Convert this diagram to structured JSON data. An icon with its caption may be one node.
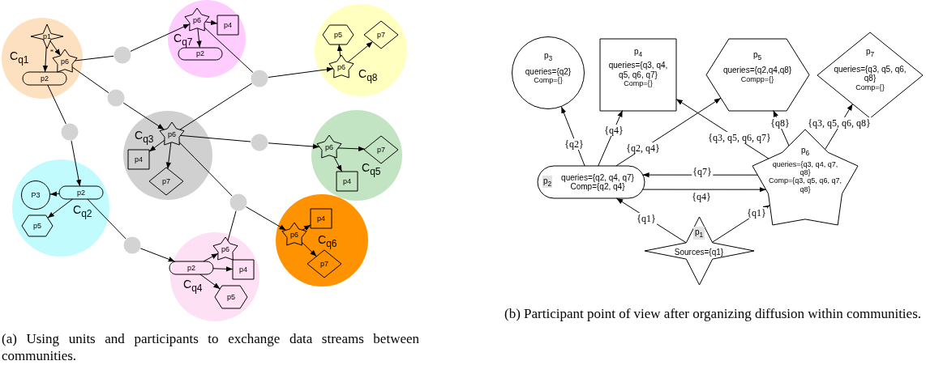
{
  "diagram": {
    "nodes": [
      {
        "text": [
          "C$_{q1}$"
        ]
      },
      {
        "text": [
          "p1"
        ],
        "in": 0
      },
      {
        "text": [
          "p6"
        ],
        "in": 0
      },
      {
        "text": [
          "p2"
        ],
        "in": 0
      },
      {
        "text": [
          "C$_{q7}$"
        ]
      },
      {
        "text": [
          "p6"
        ],
        "in": 4
      },
      {
        "text": [
          "p4"
        ],
        "in": 4
      },
      {
        "text": [
          "p2"
        ],
        "in": 4
      },
      {
        "text": [
          "C$_{q8}$"
        ]
      },
      {
        "text": [
          "p5"
        ],
        "in": 8
      },
      {
        "text": [
          "p7"
        ],
        "in": 8
      },
      {
        "text": [
          "p6"
        ],
        "in": 8
      },
      {
        "text": [
          "C$_{q3}$"
        ]
      },
      {
        "text": [
          "p6"
        ],
        "in": 12
      },
      {
        "text": [
          "p4"
        ],
        "in": 12
      },
      {
        "text": [
          "p7"
        ],
        "in": 12
      },
      {
        "text": [
          "C$_{q5}$"
        ]
      },
      {
        "text": [
          "p6"
        ],
        "in": 16
      },
      {
        "text": [
          "p7"
        ],
        "in": 16
      },
      {
        "text": [
          "p4"
        ],
        "in": 16
      },
      {
        "text": [
          "C$_{q2}$"
        ]
      },
      {
        "text": [
          "P3"
        ],
        "in": 20
      },
      {
        "text": [
          "p2"
        ],
        "in": 20
      },
      {
        "text": [
          "p5"
        ],
        "in": 20
      },
      {
        "text": [
          "C$_{q4}$"
        ]
      },
      {
        "text": [
          "p6"
        ],
        "in": 24
      },
      {
        "text": [
          "p2"
        ],
        "in": 24
      },
      {
        "text": [
          "p4"
        ],
        "in": 24
      },
      {
        "text": [
          "p5"
        ],
        "in": 24
      },
      {
        "text": [
          "C$_{q6}$"
        ]
      },
      {
        "text": [
          "p4"
        ],
        "in": 29
      },
      {
        "text": [
          "p6"
        ],
        "in": 29
      },
      {
        "text": [
          "p7"
        ],
        "in": 29
      },
      {
        "text": [],
        "shape": "circle"
      },
      {
        "text": [],
        "shape": "circle"
      },
      {
        "text": [],
        "shape": "circle"
      },
      {
        "text": [],
        "shape": "circle"
      },
      {
        "text": [],
        "shape": "circle"
      },
      {
        "text": [],
        "shape": "circle"
      },
      {
        "text": [],
        "shape": "circle"
      },
      {
        "text": [
          "p$_{3}$",
          "queries={q2}",
          "Comp={}"
        ]
      },
      {
        "text": [
          "p$_{4}$",
          "queries={q3, q4, q5, q6, q7}",
          "Comp={}"
        ]
      },
      {
        "text": [
          "p$_{5}$",
          "queries={q2,q4,q8}",
          "Compp={}"
        ]
      },
      {
        "text": [
          "p$_{7}$",
          "queries={q3, q5, q6, q8}",
          "Comp={}"
        ]
      },
      {
        "text": [
          "p$_{2}$",
          "queries={q2, q4, q7}",
          "Comp={q2, q4}"
        ]
      },
      {
        "text": [
          "p$_{6}$",
          "queries={q3, q4, q7, q8}",
          "Comp={q3, q5, q6, q7, q8}"
        ]
      },
      {
        "text": [
          "p$_{1}$",
          "Sources={q1}"
        ]
      }
    ],
    "edges": [
      {
        "from": 1,
        "to": 3,
        "arrow": "to"
      },
      {
        "from": 1,
        "to": 2,
        "arrow": "to",
        "label": "*"
      },
      {
        "from": 5,
        "to": 7,
        "arrow": "to"
      },
      {
        "from": 5,
        "to": 6,
        "arrow": "to"
      },
      {
        "from": 11,
        "to": 9,
        "arrow": "to"
      },
      {
        "from": 11,
        "to": 10,
        "arrow": "to"
      },
      {
        "from": 13,
        "to": 14,
        "arrow": "to"
      },
      {
        "from": 13,
        "to": 15,
        "arrow": "to"
      },
      {
        "from": 17,
        "to": 18,
        "arrow": "to"
      },
      {
        "from": 17,
        "to": 19,
        "arrow": "to"
      },
      {
        "from": 22,
        "to": 21,
        "arrow": "to"
      },
      {
        "from": 22,
        "to": 23,
        "arrow": "to"
      },
      {
        "from": 26,
        "to": 25,
        "arrow": "to"
      },
      {
        "from": 26,
        "to": 27,
        "arrow": "to"
      },
      {
        "from": 26,
        "to": 28,
        "arrow": "to"
      },
      {
        "from": 31,
        "to": 30,
        "arrow": "to"
      },
      {
        "from": 31,
        "to": 32,
        "arrow": "to"
      },
      {
        "from": 2,
        "to": 33,
        "arrow": "none"
      },
      {
        "from": 33,
        "to": 5,
        "arrow": "to"
      },
      {
        "from": 2,
        "to": 34,
        "arrow": "none"
      },
      {
        "from": 34,
        "to": 13,
        "arrow": "to"
      },
      {
        "from": 3,
        "to": 35,
        "arrow": "none"
      },
      {
        "from": 35,
        "to": 22,
        "arrow": "to"
      },
      {
        "from": 5,
        "to": 36,
        "arrow": "none"
      },
      {
        "from": 13,
        "to": 36,
        "arrow": "none"
      },
      {
        "from": 36,
        "to": 11,
        "arrow": "to"
      },
      {
        "from": 13,
        "to": 37,
        "arrow": "none"
      },
      {
        "from": 37,
        "to": 17,
        "arrow": "to"
      },
      {
        "from": 13,
        "to": 38,
        "arrow": "none"
      },
      {
        "from": 25,
        "to": 38,
        "arrow": "none"
      },
      {
        "from": 38,
        "to": 31,
        "arrow": "to"
      },
      {
        "from": 22,
        "to": 39,
        "arrow": "none"
      },
      {
        "from": 39,
        "to": 26,
        "arrow": "to"
      },
      {
        "from": 44,
        "to": 40,
        "arrow": "to",
        "label": "{q2}"
      },
      {
        "from": 44,
        "to": 41,
        "arrow": "to",
        "label": "{q4}"
      },
      {
        "from": 44,
        "to": 42,
        "arrow": "to",
        "label": "{q2, q4}"
      },
      {
        "from": 45,
        "to": 41,
        "arrow": "to",
        "label": "{q3, q5, q6, q7}"
      },
      {
        "from": 45,
        "to": 42,
        "arrow": "to",
        "label": "{q8}"
      },
      {
        "from": 45,
        "to": 43,
        "arrow": "to",
        "label": "{q3, q5, q6, q8}"
      },
      {
        "from": 45,
        "to": 44,
        "arrow": "to",
        "label": "{q7}"
      },
      {
        "from": 44,
        "to": 45,
        "arrow": "to",
        "label": "{q4}"
      },
      {
        "from": 46,
        "to": 44,
        "arrow": "to",
        "label": "{q1}"
      },
      {
        "from": 46,
        "to": 45,
        "arrow": "to",
        "label": "{q1}"
      }
    ],
    "labels": [
      "(a) Using units and participants to exchange data streams between communities.",
      "(b) Participant point of view after organizing diffusion within communities."
    ]
  }
}
